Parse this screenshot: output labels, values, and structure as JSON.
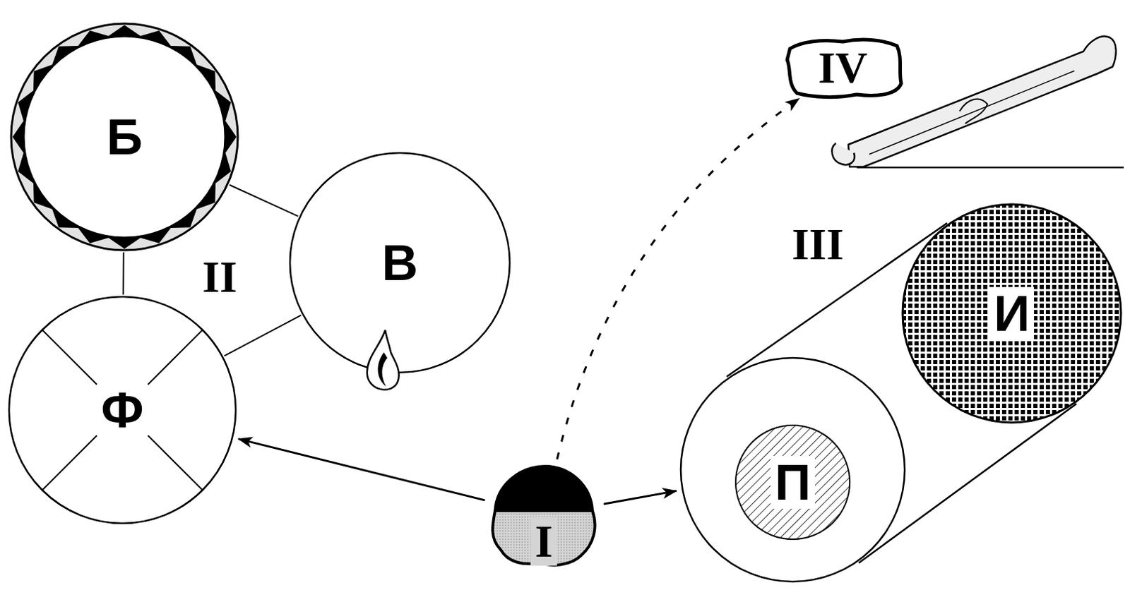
{
  "diagram": {
    "nodes": [
      {
        "text": [
          "Б"
        ]
      },
      {
        "text": [
          "IV"
        ]
      },
      {
        "text": [
          "В"
        ]
      },
      {
        "text": [
          "И"
        ]
      },
      {
        "text": [
          "Ф"
        ]
      },
      {
        "text": [
          "П"
        ]
      },
      {
        "text": [
          "I"
        ]
      }
    ],
    "edges": [
      {
        "from": 0,
        "to": 2,
        "arrow": "none"
      },
      {
        "from": 0,
        "to": 4,
        "arrow": "none"
      },
      {
        "from": 2,
        "to": 4,
        "arrow": "none"
      },
      {
        "from": 6,
        "to": 4,
        "arrow": "to"
      },
      {
        "from": 6,
        "to": 5,
        "arrow": "to"
      },
      {
        "from": 6,
        "to": 1,
        "arrow": "to"
      }
    ],
    "labels": [
      "II",
      "III"
    ]
  }
}
